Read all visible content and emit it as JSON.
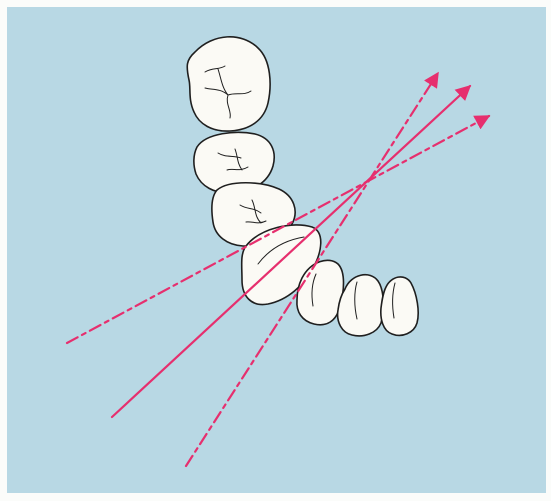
{
  "figure": {
    "panel_color": "#b8d8e4",
    "page_color": "#fbfcfa",
    "tooth_fill": "#fbfaf5",
    "tooth_outline": "#1f1f1f",
    "beam_color": "#e62f6e",
    "teeth": [
      {
        "type": "molar"
      },
      {
        "type": "premolar"
      },
      {
        "type": "premolar"
      },
      {
        "type": "canine"
      },
      {
        "type": "lateral-incisor"
      },
      {
        "type": "central-incisor"
      },
      {
        "type": "central-incisor"
      }
    ],
    "beams": [
      {
        "style": "dashed",
        "arrowhead": true
      },
      {
        "style": "solid",
        "arrowhead": true
      },
      {
        "style": "dashed",
        "arrowhead": true
      }
    ]
  }
}
